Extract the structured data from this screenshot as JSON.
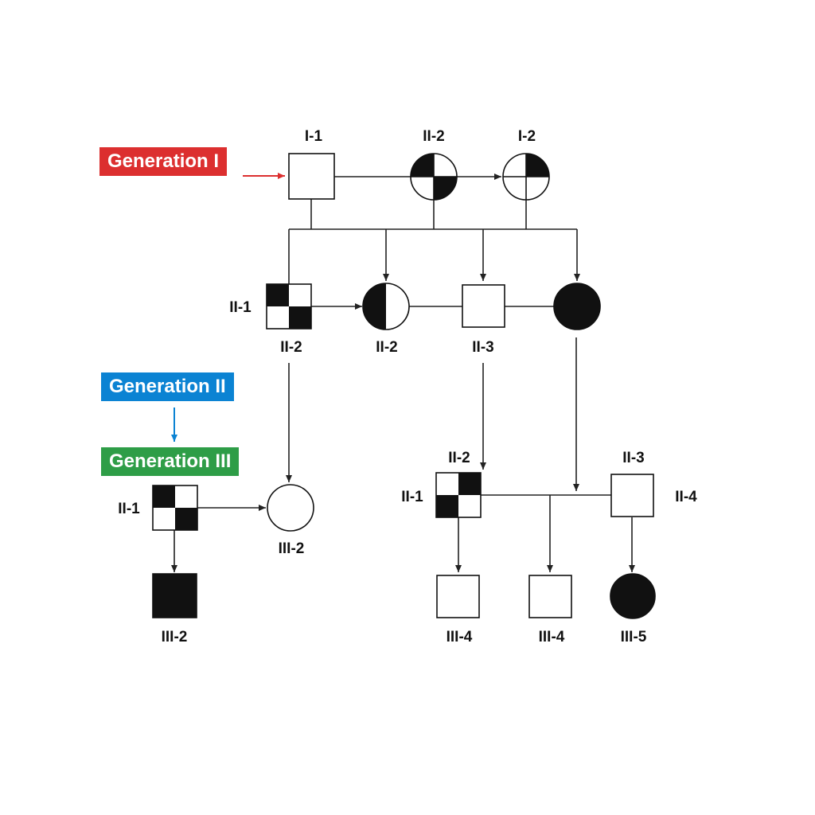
{
  "legend": {
    "generation_1": {
      "text": "Generation I",
      "color": "#dc2f2f"
    },
    "generation_2": {
      "text": "Generation II",
      "color": "#0b83d3"
    },
    "generation_3": {
      "text": "Generation III",
      "color": "#2e9d47"
    }
  },
  "individuals": {
    "g1_male": {
      "label": "I-1",
      "sex": "male",
      "pattern": "unaffected"
    },
    "g1_female": {
      "label": "II-2",
      "sex": "female",
      "pattern": "quarter-tl-br"
    },
    "g1_female2": {
      "label": "I-2",
      "sex": "female",
      "pattern": "quarter-tr"
    },
    "g2_male1": {
      "label": "II-2",
      "side_label": "II-1",
      "sex": "male",
      "pattern": "checker"
    },
    "g2_female1": {
      "label": "II-2",
      "sex": "female",
      "pattern": "half-left"
    },
    "g2_male2": {
      "label": "II-3",
      "sex": "male",
      "pattern": "unaffected"
    },
    "g2_female2": {
      "label": "",
      "sex": "female",
      "pattern": "affected"
    },
    "g3_male_a": {
      "side_label": "II-1",
      "sex": "male",
      "pattern": "checker"
    },
    "g3_female_a": {
      "label": "III-2",
      "sex": "female",
      "pattern": "unaffected"
    },
    "g3_son_a": {
      "label": "III-2",
      "sex": "male",
      "pattern": "affected"
    },
    "g3_male_b": {
      "label": "II-2",
      "side_label": "II-1",
      "sex": "male",
      "pattern": "checker"
    },
    "g3_male_c": {
      "label": "II-3",
      "side_label": "II-4",
      "sex": "male",
      "pattern": "unaffected"
    },
    "g3_child1": {
      "label": "III-4",
      "sex": "male",
      "pattern": "unaffected"
    },
    "g3_child2": {
      "label": "III-4",
      "sex": "male",
      "pattern": "unaffected"
    },
    "g3_child3": {
      "label": "III-5",
      "sex": "female",
      "pattern": "affected"
    }
  }
}
